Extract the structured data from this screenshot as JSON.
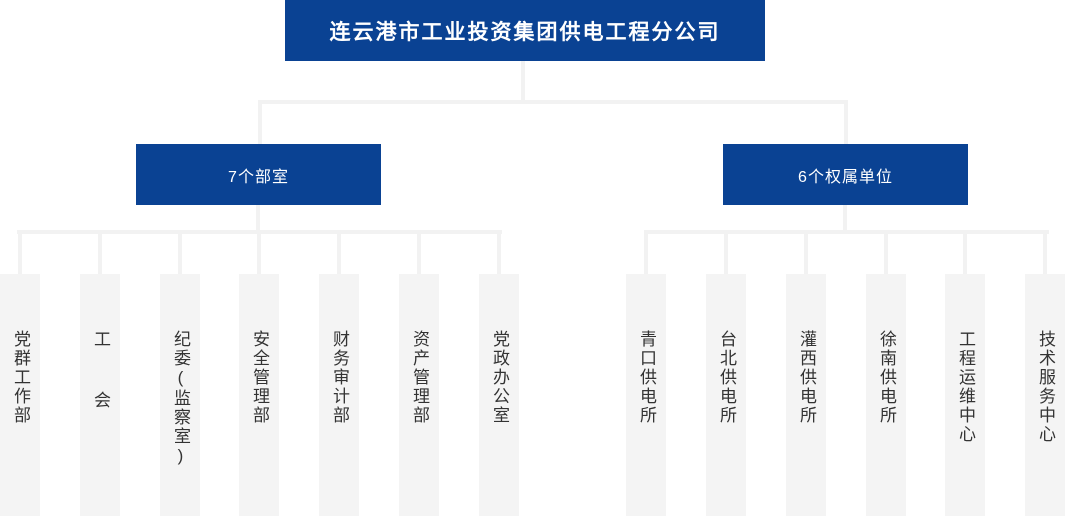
{
  "colors": {
    "brand_blue": "#0a4293",
    "leaf_gray": "#f4f4f4",
    "connector_gray": "#f2f2f2",
    "text_dark": "#333333",
    "text_light": "#ffffff"
  },
  "root": {
    "label": "连云港市工业投资集团供电工程分公司"
  },
  "branches": [
    {
      "id": "departments",
      "label": "7个部室"
    },
    {
      "id": "affiliated-units",
      "label": "6个权属单位"
    }
  ],
  "departments": [
    {
      "label": "党群工作部"
    },
    {
      "label": "工  会"
    },
    {
      "label": "纪委(监察室)"
    },
    {
      "label": "安全管理部"
    },
    {
      "label": "财务审计部"
    },
    {
      "label": "资产管理部"
    },
    {
      "label": "党政办公室"
    }
  ],
  "affiliated_units": [
    {
      "label": "青口供电所"
    },
    {
      "label": "台北供电所"
    },
    {
      "label": "灌西供电所"
    },
    {
      "label": "徐南供电所"
    },
    {
      "label": "工程运维中心"
    },
    {
      "label": "技术服务中心"
    }
  ]
}
